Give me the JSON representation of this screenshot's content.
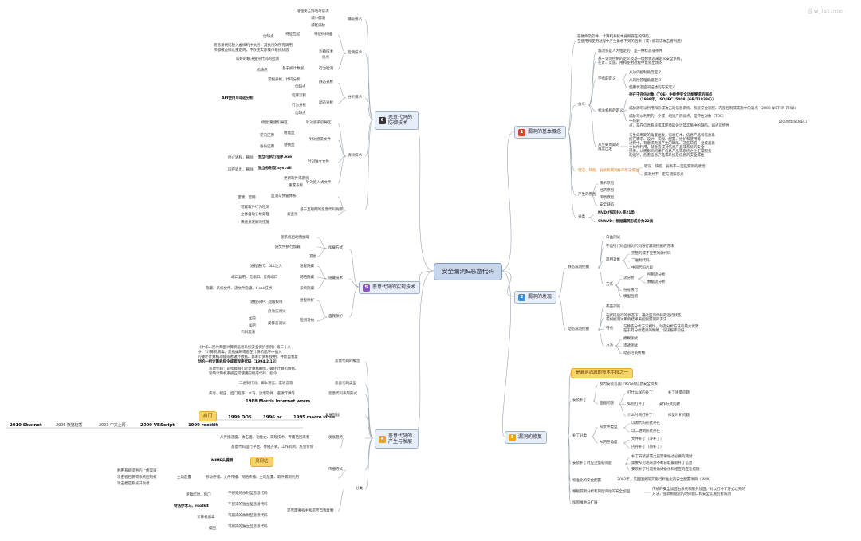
{
  "watermark": "@wjlst.me",
  "center": "安全漏洞&恶意代码",
  "branches": {
    "b1": {
      "num": "1",
      "label": "漏洞的基本概念",
      "color": "#d9412f"
    },
    "b2": {
      "num": "2",
      "label": "漏洞的发现",
      "color": "#3d8fd1"
    },
    "b3": {
      "num": "3",
      "label": "漏洞的修复",
      "color": "#e7a623"
    },
    "b4": {
      "num": "4",
      "label": "恶意代码的\n产生与发展",
      "color": "#e7a623"
    },
    "b5": {
      "num": "5",
      "label": "恶意代码的实现技术",
      "color": "#8a55c2"
    },
    "b6": {
      "num": "6",
      "label": "恶意代码的\n防御技术",
      "color": "#333333"
    }
  },
  "n1": {
    "intro1": "在硬件及软件、计算机系统本身所存在的缺陷，",
    "intro2": "在使用和使用过程中产生意想不到的后果（或+被非法攻击者利用）",
    "define": "含义",
    "d1": "漏洞多是人为给定的，是一种状态或条件",
    "d2a": "基于访问控制的定义及基于理想状态来定义安全系统，",
    "d2b": "在计、实施、用和使用过程中意外出现的",
    "learn": "学者的定义",
    "l1": "从访问控制角度定义",
    "l2": "从风险管理角度定义",
    "l3": "使用状态空间描述的方法定义",
    "std": "标准机构的定义",
    "s1a": "存在于评估对象（TOE）中能使安全功能要求的弱点",
    "s1b": "（1999年，ISO/IEC15408（GB/T18336））",
    "s2": "威胁源可以利用和形成攻击的信息系统、系统安全流程、内部控制或实施中的弱点（2000 NIST IR 7298）",
    "s3a": "威胁可以利用的一个或一组资产的弱点，是评估对象（TOE）",
    "s3b": "中的弱",
    "s3c": "点，是在信息系统或其环境的设计及实施中的缺陷、弱点或特性",
    "s3d": "（2009年ISO/IEC）",
    "life": "从生命周期的角度出发",
    "lf1": "与生命周期的角度出发，信息技术、信息产品和信息系",
    "lf2": "统在需求、设计、实现、配置、维护和使用等",
    "lf3": "过程中，有意或无意产生的缺陷、这些缺陷一旦被恶意",
    "lf4": "主体所利用，就会造成对信息产品或系统的安全",
    "lf5": "损害，从而影响构建于信息产品或系统之上正常服务",
    "lf6": "的运行，危害信息产品或系统及信息的安全属性",
    "fault": "错误、缺陷、弱点和漏洞并不等于漏洞",
    "f1": "错误、缺陷、弱点不一定是漏洞的诱因",
    "f2": "漏洞并不一定与错误有关",
    "cause": "产生的原因",
    "c1": "技术原因",
    "c2": "经济原因",
    "c3": "环境原因",
    "c4": "安全缺陷",
    "cls": "分类",
    "cl1": "NVD:代码注入等21类",
    "cl2": "CNNVD：根据漏洞形成分为22类"
  },
  "n2": {
    "static": "静态漏洞挖掘",
    "st1": "白盒测试",
    "st2": "不运行代码直接对代码进行漏洞挖掘的方法",
    "obj": "适用对象",
    "o1": "完整的或不完整的源代码",
    "o2": "二进制代码",
    "o3": "中间代码片段",
    "method": "方法",
    "flow": "流分析",
    "fl1": "控制流分析",
    "fl2": "数据流分析",
    "sym": "符号执行",
    "model": "模型检测",
    "dyn": "动态漏洞挖掘",
    "dy1": "黑盒测试",
    "dy2a": "在代码运行的状态下，通过监测代码的运行状态",
    "dy2b": "或根据测试用例结果来挖掘漏洞的方法",
    "feat": "特点",
    "ft1a": "与静态分析方法相比，动态分析方法的最大优势",
    "ft1b": "在于其分析结果的精确，误误报率较低",
    "dm": "方法",
    "dm1": "模糊测试",
    "dm2": "渗透测试",
    "dm3": "动态污染传播"
  },
  "n3": {
    "callout": "是漏洞消减的技术手段之一",
    "patch": "安装补丁",
    "p1": "及时安装可减少95%的信息安全损失",
    "p2": "面临问题",
    "q1": "打什么样的补丁",
    "q1a": "补丁质量问题",
    "q2": "如何打补丁",
    "q2a": "操作方式问题",
    "q3": "什么时间打补丁",
    "q3a": "修复时机问题",
    "pcls": "补丁分类",
    "pc1": "从文件类型",
    "pc1a": "以源代码形式存在",
    "pc1b": "以二进制形式存在",
    "pc2": "从内存角度",
    "pc2a": "文件补丁（冷补丁）",
    "pc2b": "内存补丁（热补丁）",
    "issue": "安装补丁时应注意的问题",
    "is1": "补丁安装部署之前需要经过必要的测试",
    "is2": "需要从可靠来源不断获取最新补丁信息",
    "is3": "安装补丁时需要做好备份和相应的应急措施",
    "std": "标准化的安全配置",
    "stdv": "2002年，美国国务院实施行标准化的安全配置项目（IAVA）",
    "acc": "根据漏洞分析和风险评估的安全加固",
    "acc1": "传统的安全加固由系统和服务加固，对以打补丁方式以外的",
    "acc2": "方法，强调根据危的时间窗口和安全实施危害漏洞",
    "mon": "加固推进与扩展"
  },
  "n4": {
    "concept": "恶意代码的概念",
    "cp1": "《中华人民共和国计算机信息系统安全保护条例》第二十八",
    "cp2": "条，\"计算机病毒，是指编制或者在计算机程序中插入",
    "cp3": "的破坏计算机功能或者破坏数据、影响计算机使用，并能自我复",
    "cp4": "制的一组计算机指令或者程序代码（1994.2.18）",
    "cp5": "恶意代码：是指能够引起计算机故障，破坏计算机数据、",
    "cp6": "影响计算机系统正常使用的程序代码、指令",
    "type": "恶意代码类型",
    "ty1": "二进制代码、脚本语言、宏语言等",
    "form": "恶意代码表现形式",
    "fm1": "病毒、蠕虫、后门程序、木马、流氓软件、逻辑炸弹等",
    "birth": "发展阶段",
    "bt1": "1988 Morris Internet worm",
    "start": "启门",
    "y1": "1999 DOS",
    "y2": "1996 nc",
    "y3": "1995 macro virus",
    "y4": "1999 rootkit",
    "y5": "2000 VBScript",
    "y6": "2003 中文上网",
    "y7": "2006 熊猫烧香",
    "y8": "2010 Stuxnet",
    "trend": "发展趋势",
    "tr1": "从传播速度、攻击面、功能之、实现技术、传播范围来看",
    "tr2": "恶意代码运行平台、传播方式、工作机制、危害价值",
    "spread": "传播方式",
    "sp_callout": "见网站",
    "mime": "MIME头漏洞",
    "act": "主动放置",
    "act1": "利用系统提供的上传渠道",
    "act2": "攻击者已获得系统控制权",
    "act3": "攻击者是系统开发者",
    "act4": "移动存储、文件传播、网络传播、主动放置、软件漏洞利用",
    "cls": "分类",
    "clsd": "是否需要宿主和是否自我复制",
    "cl1": "逻辑炸弹、后门",
    "cl1a": "不感染的依附型恶意代码",
    "cl2": "特洛伊木马、rootkit",
    "cl2a": "不感染的独立型恶意代码",
    "cl3": "计算机病毒",
    "cl3a": "可感染的依附型恶意代码",
    "cl4": "蠕虫",
    "cl4a": "可感染的独立型恶意代码"
  },
  "n5": {
    "load": "加载方式",
    "ld1": "随系统启动而加载",
    "ld2": "随文件执行加载",
    "ld3": "其他",
    "hide": "隐藏技术",
    "hd1": "进程隐藏",
    "hd1a": "进程迭代、DLL注入",
    "hd2": "网络隐藏",
    "hd2a": "端口复用、无端口、反向端口",
    "hd3": "系统隐藏",
    "hd3a": "隐藏、系统文件、流文件隐藏、Hook技术",
    "prot": "自我保护",
    "pr1": "进程保护",
    "pr1a": "进程守护、超级权限",
    "pr2": "检测对抗",
    "pr2a": "反动态调试",
    "pr2b": "反静态调试",
    "pr2c": "加壳",
    "pr2d": "加密",
    "pr2e": "代码混淆"
  },
  "n6": {
    "aux": "辅助技术",
    "ax1": "增强安全策略与意识",
    "ax2": "减少漏洞",
    "ax3": "减轻威胁",
    "detect": "检测技术",
    "dt1": "特征码扫描",
    "dt1a": "特征匹配",
    "dt1b": "优缺点",
    "dt2": "沙箱技术",
    "dt2a": "将恶意代码放入虚拟机中执行，其执行的所有调用",
    "dt2b": "作都被虚拟化重定向，不改变实际操作系统状态",
    "dt2c": "优点",
    "dt2d": "较好的解决变形代码的检测",
    "dt3": "行为检测",
    "dt3a": "基于统计数据",
    "dt3b": "优缺点",
    "anal": "分析技术",
    "an1": "静态分析",
    "an1a": "常规分析，代码分析",
    "an1b": "优缺点",
    "an2": "动态分析",
    "an2a": "程序流程",
    "an2b": "API使用可动态分析",
    "an2c": "行为分析",
    "an2d": "优缺点",
    "clean": "清除技术",
    "cn1": "针对感染引导区",
    "cn1a": "修复/重建引导区",
    "cn2": "针对感染文件",
    "cn2a": "附着型",
    "cn2b": "逆向还原",
    "cn2c": "替换型",
    "cn2d": "备份还原",
    "cn3": "针对独立文件",
    "cn3a": "独立可执行程序.exe",
    "cn3b": "停止进程，删除",
    "cn3c": "独立依附型.sys .dll",
    "cn3d": "内存退出，删除",
    "cn4": "针对嵌入式文件",
    "cn4a": "更新软件或系统",
    "cn4b": "重置系统",
    "ints": "基于互联网的恶意代码防御",
    "it1": "监测与预警体系",
    "it1a": "蜜罐、蜜网",
    "it2": "云查杀",
    "it2a": "可疑软件行为检测",
    "it2b": "立体自动分析处理",
    "it2c": "快速分发解决措施"
  }
}
